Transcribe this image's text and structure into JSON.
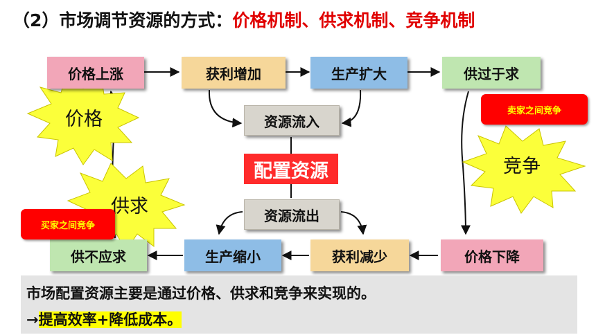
{
  "title": {
    "prefix": "（2）市场调节资源的方式：",
    "highlight": "价格机制、供求机制、竞争机制"
  },
  "diagram": {
    "top_row": [
      "价格上涨",
      "获利增加",
      "生产扩大",
      "供过于求"
    ],
    "bottom_row": [
      "供不应求",
      "生产缩小",
      "获利减少",
      "价格下降"
    ],
    "inflow": "资源流入",
    "center": "配置资源",
    "outflow": "资源流出",
    "bursts": [
      "价格",
      "供求",
      "竞争"
    ],
    "badges": {
      "sellers": "卖家之间竞争",
      "buyers": "买家之间竞争"
    }
  },
  "summary": {
    "line1": "市场配置资源主要是通过价格、供求和竞争来实现的。",
    "line2_arrow": "→",
    "line2_text": "提高效率+降低成本。"
  },
  "colors": {
    "accent_red": "#e00000",
    "pink": "#f2a6b8",
    "orange": "#f6d79a",
    "blue": "#8ebde6",
    "green": "#bfe6b0",
    "burst_yellow": "#fbff3a",
    "highlight_yellow": "#ffff00"
  }
}
